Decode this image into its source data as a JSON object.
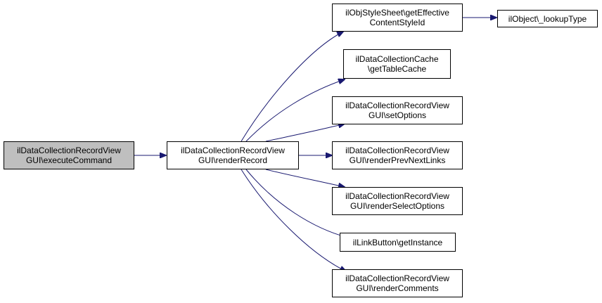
{
  "colors": {
    "edge": "#191970",
    "node_border": "#000000",
    "node_fill": "#ffffff",
    "current_node_fill": "#bfbfbf"
  },
  "nodes": {
    "execute_command": {
      "line1": "ilDataCollectionRecordView",
      "line2": "GUI\\executeCommand"
    },
    "render_record": {
      "line1": "ilDataCollectionRecordView",
      "line2": "GUI\\renderRecord"
    },
    "get_effective_content_style_id": {
      "line1": "ilObjStyleSheet\\getEffective",
      "line2": "ContentStyleId"
    },
    "lookup_type": {
      "line1": "ilObject\\_lookupType"
    },
    "get_table_cache": {
      "line1": "ilDataCollectionCache",
      "line2": "\\getTableCache"
    },
    "set_options": {
      "line1": "ilDataCollectionRecordView",
      "line2": "GUI\\setOptions"
    },
    "render_prev_next_links": {
      "line1": "ilDataCollectionRecordView",
      "line2": "GUI\\renderPrevNextLinks"
    },
    "render_select_options": {
      "line1": "ilDataCollectionRecordView",
      "line2": "GUI\\renderSelectOptions"
    },
    "get_instance": {
      "line1": "ilLinkButton\\getInstance"
    },
    "render_comments": {
      "line1": "ilDataCollectionRecordView",
      "line2": "GUI\\renderComments"
    }
  },
  "edges": [
    {
      "from": "execute_command",
      "to": "render_record"
    },
    {
      "from": "render_record",
      "to": "get_effective_content_style_id"
    },
    {
      "from": "render_record",
      "to": "get_table_cache"
    },
    {
      "from": "render_record",
      "to": "set_options"
    },
    {
      "from": "render_record",
      "to": "render_prev_next_links"
    },
    {
      "from": "render_record",
      "to": "render_select_options"
    },
    {
      "from": "render_record",
      "to": "get_instance"
    },
    {
      "from": "render_record",
      "to": "render_comments"
    },
    {
      "from": "get_effective_content_style_id",
      "to": "lookup_type"
    }
  ]
}
